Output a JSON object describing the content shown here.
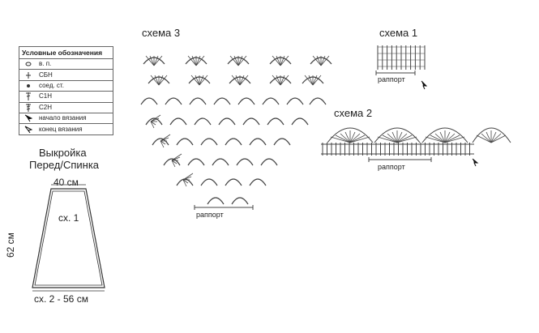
{
  "legend": {
    "title": "Условные обозначения",
    "items": [
      {
        "icon": "chain-stitch-icon",
        "label": "в. п."
      },
      {
        "icon": "single-crochet-icon",
        "label": "СБН"
      },
      {
        "icon": "slip-stitch-icon",
        "label": "соед. ст."
      },
      {
        "icon": "double-crochet-icon",
        "label": "С1Н"
      },
      {
        "icon": "treble-crochet-icon",
        "label": "С2Н"
      },
      {
        "icon": "start-arrow-icon",
        "label": "начало вязания"
      },
      {
        "icon": "end-arrow-icon",
        "label": "конец вязания"
      }
    ]
  },
  "pattern": {
    "title": "Выкройка",
    "subtitle": "Перед/Спинка",
    "top_width": "40 см",
    "height": "62 см",
    "bottom_width": "сх. 2 - 56 см",
    "inner_label": "сх. 1"
  },
  "schemes": {
    "scheme1": {
      "title": "схема 1",
      "repeat": "раппорт"
    },
    "scheme2": {
      "title": "схема 2",
      "repeat": "раппорт"
    },
    "scheme3": {
      "title": "схема 3",
      "repeat": "раппорт"
    }
  },
  "colors": {
    "ink": "#333333",
    "bg": "#ffffff"
  }
}
